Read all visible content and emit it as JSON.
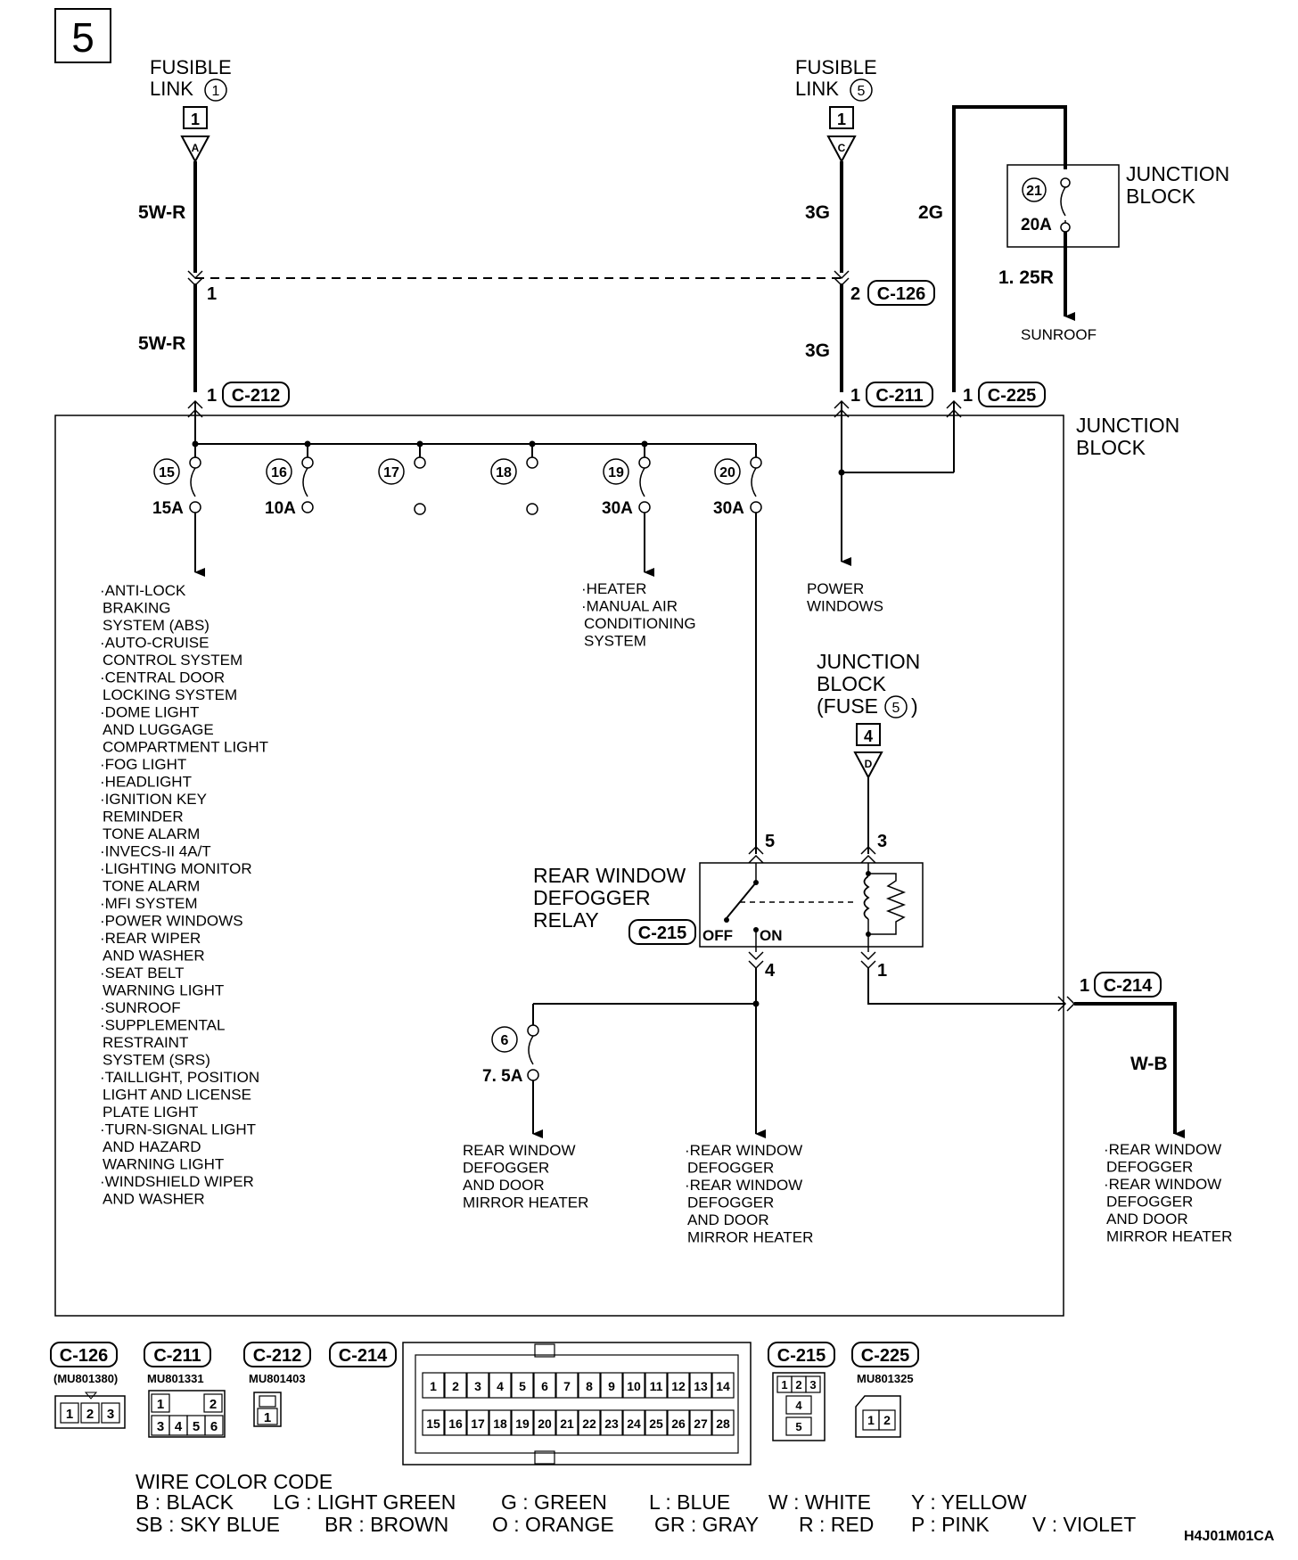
{
  "page_number": "5",
  "drawing_code": "H4J01M01CA",
  "fusible_link_1": {
    "line1": "FUSIBLE",
    "line2": "LINK",
    "num": "1",
    "pin": "1",
    "letter": "A"
  },
  "fusible_link_5": {
    "line1": "FUSIBLE",
    "line2": "LINK",
    "num": "5",
    "pin": "1",
    "letter": "C"
  },
  "junction_block_top": {
    "line1": "JUNCTION",
    "line2": "BLOCK",
    "fuse_num": "21",
    "fuse_amp": "20A"
  },
  "junction_block_main": {
    "line1": "JUNCTION",
    "line2": "BLOCK"
  },
  "junction_block_fuse5": {
    "line1": "JUNCTION",
    "line2": "BLOCK",
    "line3": "(FUSE",
    "num": "5",
    "close": ")",
    "pin": "4",
    "letter": "D"
  },
  "wires": {
    "w1_top": "5W-R",
    "w1_bottom": "5W-R",
    "w2_top": "3G",
    "w2_bottom": "3G",
    "w3": "2G",
    "sunroof_wire": "1. 25R",
    "c214_wire": "W-B"
  },
  "sunroof_label": "SUNROOF",
  "connector_pins": {
    "c126_left": "1",
    "c126_right": "2",
    "c212": "1",
    "c211": "1",
    "c225": "1",
    "c214": "1",
    "relay_5": "5",
    "relay_3": "3",
    "relay_4": "4",
    "relay_1": "1"
  },
  "fuses": [
    {
      "num": "15",
      "amp": "15A"
    },
    {
      "num": "16",
      "amp": "10A"
    },
    {
      "num": "17",
      "amp": ""
    },
    {
      "num": "18",
      "amp": ""
    },
    {
      "num": "19",
      "amp": "30A"
    },
    {
      "num": "20",
      "amp": "30A"
    }
  ],
  "fuse6": {
    "num": "6",
    "amp": "7. 5A"
  },
  "relay": {
    "line1": "REAR WINDOW",
    "line2": "DEFOGGER",
    "line3": "RELAY",
    "connector": "C-215",
    "off": "OFF",
    "on": "ON"
  },
  "connectors": {
    "c126": "C-126",
    "c211": "C-211",
    "c212": "C-212",
    "c214": "C-214",
    "c215": "C-215",
    "c225": "C-225"
  },
  "fuse15_loads": [
    "·ANTI-LOCK",
    "BRAKING",
    "SYSTEM (ABS)",
    "·AUTO-CRUISE",
    "CONTROL SYSTEM",
    "·CENTRAL DOOR",
    "LOCKING SYSTEM",
    "·DOME LIGHT",
    "AND LUGGAGE",
    "COMPARTMENT LIGHT",
    "·FOG LIGHT",
    "·HEADLIGHT",
    "·IGNITION KEY",
    "REMINDER",
    "TONE ALARM",
    "·INVECS-II 4A/T",
    "·LIGHTING MONITOR",
    "TONE ALARM",
    "·MFI SYSTEM",
    "·POWER WINDOWS",
    "·REAR WIPER",
    "AND WASHER",
    "·SEAT BELT",
    "WARNING LIGHT",
    "·SUNROOF",
    "·SUPPLEMENTAL",
    "RESTRAINT",
    "SYSTEM (SRS)",
    "·TAILLIGHT, POSITION",
    "LIGHT AND LICENSE",
    "PLATE LIGHT",
    "·TURN-SIGNAL LIGHT",
    "AND HAZARD",
    "WARNING LIGHT",
    "·WINDSHIELD WIPER",
    "AND WASHER"
  ],
  "fuse19_loads": [
    "·HEATER",
    "·MANUAL AIR",
    "CONDITIONING",
    "SYSTEM"
  ],
  "power_windows": [
    "POWER",
    "WINDOWS"
  ],
  "fuse6_loads": [
    "REAR WINDOW",
    "DEFOGGER",
    "AND DOOR",
    "MIRROR HEATER"
  ],
  "relay4_loads": [
    "·REAR WINDOW",
    "DEFOGGER",
    "·REAR WINDOW",
    "DEFOGGER",
    "AND DOOR",
    "MIRROR HEATER"
  ],
  "c214_loads": [
    "·REAR WINDOW",
    "DEFOGGER",
    "·REAR WINDOW",
    "DEFOGGER",
    "AND DOOR",
    "MIRROR HEATER"
  ],
  "connector_legend": {
    "c126": {
      "label": "C-126",
      "part": "(MU801380)",
      "pins": [
        "1",
        "2",
        "3"
      ]
    },
    "c211": {
      "label": "C-211",
      "part": "MU801331",
      "pins": [
        "1",
        "2",
        "3",
        "4",
        "5",
        "6"
      ]
    },
    "c212": {
      "label": "C-212",
      "part": "MU801403",
      "pins": [
        "1"
      ]
    },
    "c214": {
      "label": "C-214",
      "pins": [
        "1",
        "2",
        "3",
        "4",
        "5",
        "6",
        "7",
        "8",
        "9",
        "10",
        "11",
        "12",
        "13",
        "14",
        "15",
        "16",
        "17",
        "18",
        "19",
        "20",
        "21",
        "22",
        "23",
        "24",
        "25",
        "26",
        "27",
        "28"
      ]
    },
    "c215": {
      "label": "C-215",
      "pins": [
        "1",
        "2",
        "3",
        "4",
        "5"
      ]
    },
    "c225": {
      "label": "C-225",
      "part": "MU801325",
      "pins": [
        "1",
        "2"
      ]
    }
  },
  "wire_color_code": {
    "title": "WIRE COLOR CODE",
    "row1": [
      "B : BLACK",
      "LG : LIGHT GREEN",
      "G : GREEN",
      "L : BLUE",
      "W : WHITE",
      "Y : YELLOW"
    ],
    "row2": [
      "SB : SKY BLUE",
      "BR : BROWN",
      "O : ORANGE",
      "GR : GRAY",
      "R : RED",
      "P : PINK",
      "V : VIOLET"
    ]
  }
}
